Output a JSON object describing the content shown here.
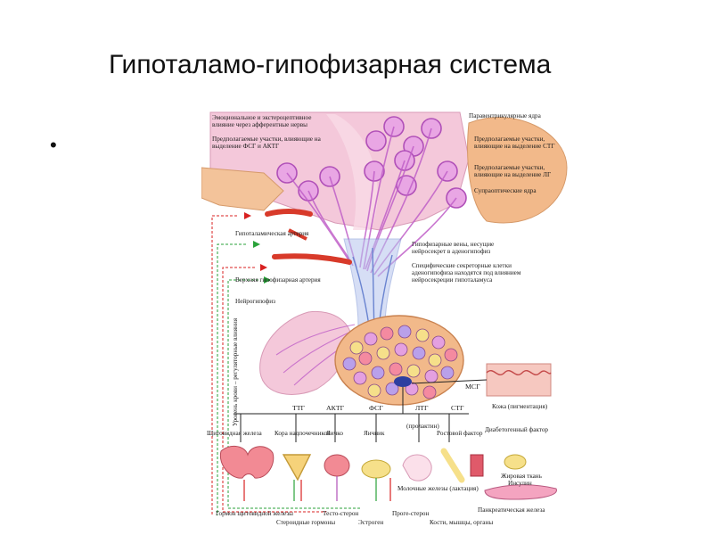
{
  "slide": {
    "title": "Гипоталамо-гипофизарная система",
    "bullet": "•"
  },
  "diagram": {
    "top_labels": {
      "emotional": "Эмоциональное и экстероцептивное влияние через афферентные нервы",
      "fsg_aktg": "Предполагаемые участки, влияющие на выделение ФСГ и АКТГ",
      "paraventricular": "Паравентрикулярные ядра",
      "stg_sites": "Предполагаемые участки, влияющие на выделение СТГ",
      "lg_sites": "Предполагаемые участки, влияющие на выделение ЛГ",
      "supraoptic": "Супраоптические ядра"
    },
    "left_labels": {
      "hypothalamic_artery": "Гипоталамическая артерия",
      "upper_pituitary_artery": "Верхняя гипофизарная артерия",
      "neurohypophysis": "Нейрогипофиз",
      "blood_level": "Уровень крови – регуляторные влияния"
    },
    "right_labels": {
      "pituitary_veins": "Гипофизарные вены, несущие нейросекрет в аденогипофиз",
      "secretory_cells": "Специфические секреторные клетки аденогипофиза находятся под влиянием нейросекреции гипоталамуса"
    },
    "hormones": {
      "ttg": "ТТГ",
      "aktg": "АКТГ",
      "fsg": "ФСГ",
      "ltg": "ЛТГ",
      "ltg_sub": "(пролактин)",
      "stg": "СТГ",
      "msg": "МСГ"
    },
    "targets": {
      "thyroid": "Щитовидная железа",
      "adrenal": "Кора надпочечников",
      "ovary": "Яичко",
      "testis": "Яичник",
      "growth": "Ростовой фактор",
      "skin": "Кожа (пигментация)",
      "diabetogenic": "Диабетогенный фактор",
      "fat": "Жировая ткань",
      "insulin": "Инсулин"
    },
    "products": {
      "thyroid_hormone": "Гормон щитовидной железы",
      "steroids": "Стероидные гормоны",
      "testosterone": "Тесто-стерон",
      "estrogen": "Эстроген",
      "progesterone": "Проге-стерон",
      "mammary": "Молочные железы (лактация)",
      "bones": "Кости, мышцы, органы",
      "pancreas": "Панкреатическая железа"
    },
    "colors": {
      "neuron": "#c060c8",
      "tissue_pink": "#f3c6d8",
      "tissue_orange": "#f2b98a",
      "artery": "#d83a2a",
      "vein": "#7e95d6",
      "arrow_red": "#d82020",
      "arrow_green": "#2aa23a"
    }
  }
}
